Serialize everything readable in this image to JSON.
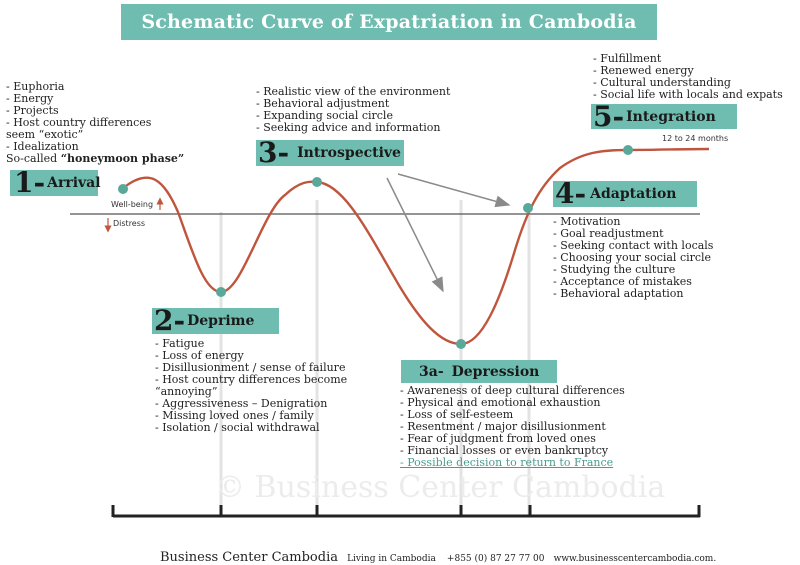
{
  "title": "Schematic Curve of Expatriation in Cambodia",
  "axis": {
    "wellbeing": "Well-being",
    "distress": "Distress"
  },
  "stages": {
    "arrival": {
      "number": "1-",
      "name": "Arrival",
      "items": [
        "- Euphoria",
        "- Energy",
        "- Projects",
        "- Host country differences",
        "seem “exotic”",
        "- Idealization"
      ],
      "note_prefix": "So-called ",
      "note_bold": "“honeymoon phase”"
    },
    "deprime": {
      "number": "2-",
      "name": "Deprime",
      "items": [
        "- Fatigue",
        "- Loss of energy",
        "- Disillusionment / sense of failure",
        "- Host country differences become",
        "“annoying”",
        "- Aggressiveness – Denigration",
        "- Missing loved ones / family",
        "- Isolation / social withdrawal"
      ]
    },
    "introspective": {
      "number": "3-",
      "name": "Introspective",
      "items": [
        "- Realistic view of the environment",
        "- Behavioral adjustment",
        "- Expanding social circle",
        "- Seeking advice and information"
      ]
    },
    "depression": {
      "number": "3a-",
      "name": "Depression",
      "items": [
        "- Awareness of deep cultural differences",
        "- Physical and emotional exhaustion",
        "- Loss of self-esteem",
        "- Resentment / major disillusionment",
        "- Fear of judgment from loved ones",
        "- Financial losses or even bankruptcy"
      ],
      "link": "- Possible decision to return to France"
    },
    "adaptation": {
      "number": "4-",
      "name": "Adaptation",
      "items": [
        "- Motivation",
        "- Goal readjustment",
        "- Seeking contact with locals",
        "- Choosing your social circle",
        "- Studying the culture",
        "- Acceptance of mistakes",
        "- Behavioral adaptation"
      ]
    },
    "integration": {
      "number": "5-",
      "name": "Integration",
      "items": [
        "- Fulfillment",
        "- Renewed energy",
        "- Cultural understanding",
        "- Social life with locals and expats"
      ],
      "duration": "12 to 24 months"
    }
  },
  "watermark": "© Business Center Cambodia",
  "footer": {
    "brand": "Business Center Cambodia",
    "tagline": "Living in Cambodia",
    "phone": "+855 (0) 87 27 77 00",
    "website": "www.businesscentercambodia.com."
  },
  "colors": {
    "accent": "#6fbdb0",
    "curve": "#c0553d",
    "dot": "#5aa89a",
    "link": "#4a9c90"
  }
}
